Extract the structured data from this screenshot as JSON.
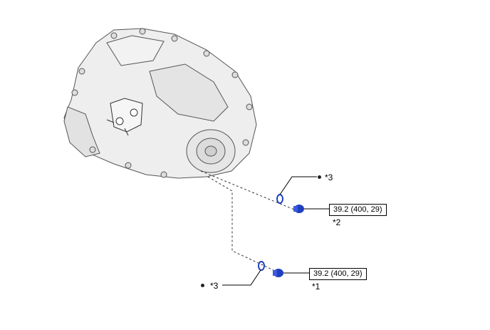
{
  "callouts": {
    "gasket_top": "*3",
    "gasket_bottom": "*3",
    "plug_top": "*2",
    "plug_bottom": "*1"
  },
  "torque": {
    "top": "39.2 (400, 29)",
    "bottom": "39.2 (400, 29)"
  },
  "colors": {
    "part_highlight": "#1f3fbf",
    "line": "#000000",
    "housing_fill": "#eeeeee"
  }
}
